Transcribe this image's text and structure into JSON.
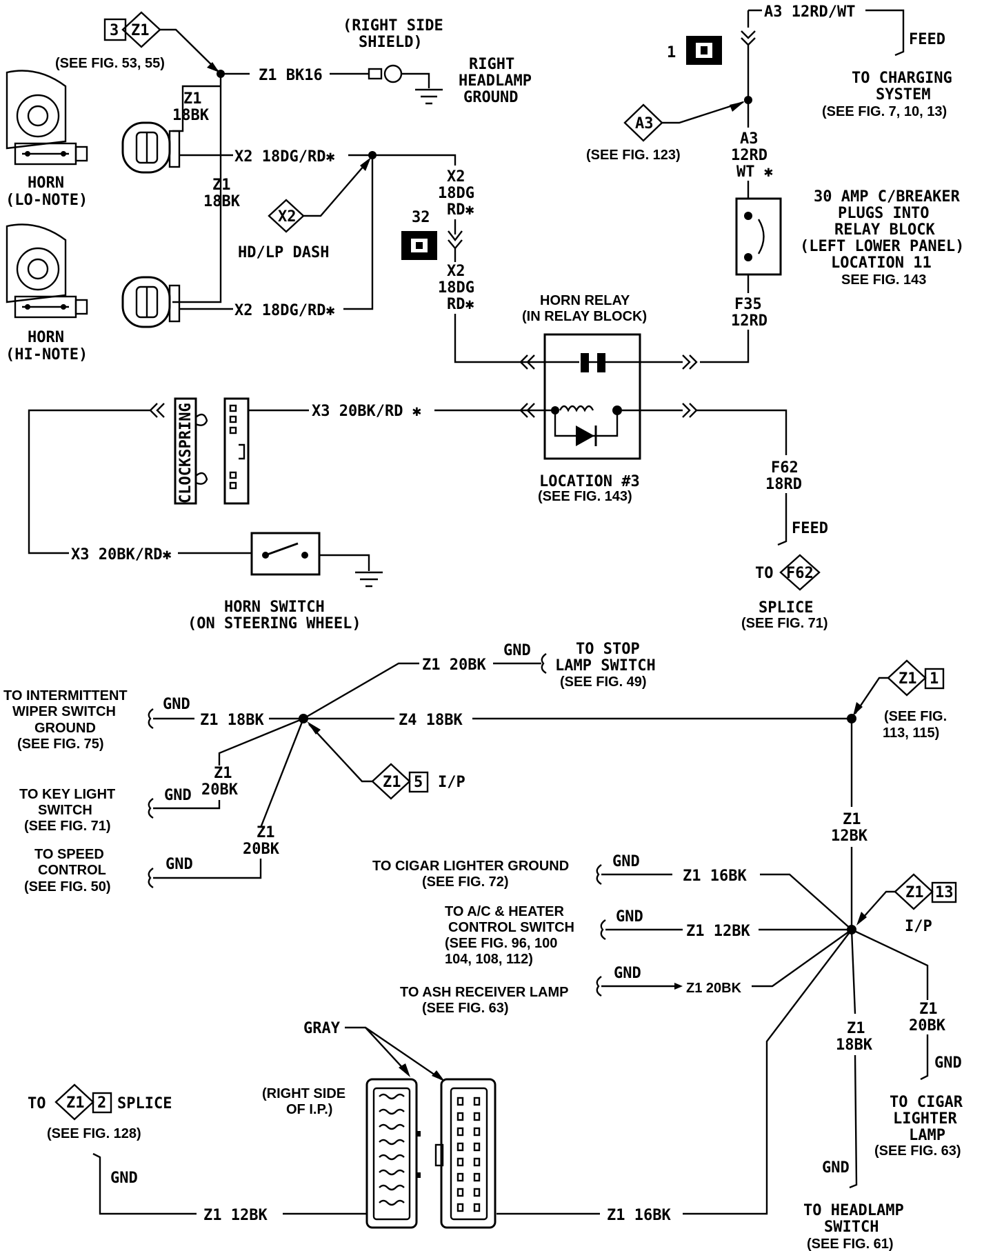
{
  "labels": {
    "z1_conn_3": "3",
    "z1_top": "Z1",
    "see_fig_53_55": "(SEE FIG. 53, 55)",
    "right_side_shield_1": "(RIGHT SIDE",
    "right_side_shield_2": "SHIELD)",
    "right_headlamp_ground_1": "RIGHT",
    "right_headlamp_ground_2": "HEADLAMP",
    "right_headlamp_ground_3": "GROUND",
    "z1_bk16": "Z1 BK16",
    "z1_18bk_a_1": "Z1",
    "z1_18bk_a_2": "18BK",
    "z1_18bk_b_1": "Z1",
    "z1_18bk_b_2": "18BK",
    "x2_18dg_rd_top": "X2 18DG/RD✱",
    "x2_18dg_rd_bot": "X2 18DG/RD✱",
    "horn_lo_1": "HORN",
    "horn_lo_2": "(LO-NOTE)",
    "horn_hi_1": "HORN",
    "horn_hi_2": "(HI-NOTE)",
    "x2_diamond": "X2",
    "hd_lp_dash": "HD/LP DASH",
    "x2_18dg_1a": "X2",
    "x2_18dg_1b": "18DG",
    "x2_18dg_1c": "RD✱",
    "x2_18dg_2a": "X2",
    "x2_18dg_2b": "18DG",
    "x2_18dg_2c": "RD✱",
    "conn_32": "32",
    "conn_1": "1",
    "a3_12rd_wt": "A3 12RD/WT",
    "feed_top": "FEED",
    "to_charging_1": "TO CHARGING",
    "to_charging_2": "SYSTEM",
    "see_fig_7_10_13": "(SEE FIG. 7, 10, 13)",
    "a3_diamond": "A3",
    "see_fig_123": "(SEE FIG. 123)",
    "a3_vert_1": "A3",
    "a3_vert_2": "12RD",
    "a3_vert_3": "WT ✱",
    "cb_1": "30 AMP C/BREAKER",
    "cb_2": "PLUGS INTO",
    "cb_3": "RELAY BLOCK",
    "cb_4": "(LEFT LOWER PANEL)",
    "cb_5": "LOCATION 11",
    "cb_6": "SEE FIG. 143",
    "f35_1": "F35",
    "f35_2": "12RD",
    "horn_relay_1": "HORN RELAY",
    "horn_relay_2": "(IN RELAY BLOCK)",
    "location_3": "LOCATION #3",
    "see_fig_143": "(SEE FIG. 143)",
    "clockspring": "CLOCKSPRING",
    "x3_20bk_rd_top": "X3 20BK/RD ✱",
    "x3_20bk_rd_bot": "X3 20BK/RD✱",
    "f62_1": "F62",
    "f62_2": "18RD",
    "feed_mid": "FEED",
    "to_f62": "TO",
    "f62_diamond": "F62",
    "splice_1": "SPLICE",
    "see_fig_71_a": "(SEE FIG. 71)",
    "horn_switch_1": "HORN SWITCH",
    "horn_switch_2": "(ON STEERING WHEEL)",
    "z1_20bk_stop": "Z1 20BK",
    "gnd_stop": "GND",
    "to_stop_1": "TO STOP",
    "to_stop_2": "LAMP SWITCH",
    "see_fig_49": "(SEE FIG. 49)",
    "to_wiper_1": "TO INTERMITTENT",
    "to_wiper_2": "WIPER SWITCH",
    "to_wiper_3": "GROUND",
    "see_fig_75": "(SEE FIG. 75)",
    "gnd_wiper": "GND",
    "z1_18bk_wiper": "Z1 18BK",
    "z4_18bk": "Z4 18BK",
    "z1_diamond_1": "Z1",
    "z1_conn_1": "1",
    "see_fig_113_1": "(SEE FIG.",
    "see_fig_113_2": "113, 115)",
    "to_key_1": "TO KEY LIGHT",
    "to_key_2": "SWITCH",
    "see_fig_71_b": "(SEE FIG. 71)",
    "gnd_key": "GND",
    "z1_20bk_key_1": "Z1",
    "z1_20bk_key_2": "20BK",
    "z1_diamond_5": "Z1",
    "z1_conn_5": "5",
    "ip_5": "I/P",
    "to_speed_1": "TO SPEED",
    "to_speed_2": "CONTROL",
    "see_fig_50": "(SEE FIG. 50)",
    "gnd_speed": "GND",
    "z1_20bk_speed_1": "Z1",
    "z1_20bk_speed_2": "20BK",
    "z1_12bk_vert_1": "Z1",
    "z1_12bk_vert_2": "12BK",
    "to_cigar_ground": "TO CIGAR LIGHTER GROUND",
    "see_fig_72": "(SEE FIG. 72)",
    "gnd_cigar": "GND",
    "z1_16bk_cigar": "Z1 16BK",
    "to_ac_1": "TO A/C & HEATER",
    "to_ac_2": "CONTROL SWITCH",
    "to_ac_3": "(SEE FIG. 96, 100",
    "to_ac_4": "104, 108, 112)",
    "gnd_ac": "GND",
    "z1_12bk_ac": "Z1 12BK",
    "to_ash": "TO ASH RECEIVER LAMP",
    "see_fig_63_a": "(SEE FIG. 63)",
    "gnd_ash": "GND",
    "z1_20bk_ash": "Z1 20BK",
    "z1_diamond_13": "Z1",
    "z1_conn_13": "13",
    "ip_13": "I/P",
    "z1_20bk_lamp_1": "Z1",
    "z1_20bk_lamp_2": "20BK",
    "gnd_lamp": "GND",
    "to_cigar_lamp_1": "TO CIGAR",
    "to_cigar_lamp_2": "LIGHTER",
    "to_cigar_lamp_3": "LAMP",
    "see_fig_63_b": "(SEE FIG. 63)",
    "z1_18bk_head_1": "Z1",
    "z1_18bk_head_2": "18BK",
    "gnd_head": "GND",
    "to_head_1": "TO HEADLAMP",
    "to_head_2": "SWITCH",
    "see_fig_61": "(SEE FIG. 61)",
    "gray": "GRAY",
    "right_side_ip_1": "(RIGHT SIDE",
    "right_side_ip_2": "OF I.P.)",
    "to_splice": "TO",
    "z1_diamond_2": "Z1",
    "z1_conn_2": "2",
    "splice_2": "SPLICE",
    "see_fig_128": "(SEE FIG. 128)",
    "gnd_splice": "GND",
    "z1_12bk_bottom": "Z1 12BK",
    "z1_16bk_bottom": "Z1 16BK"
  }
}
